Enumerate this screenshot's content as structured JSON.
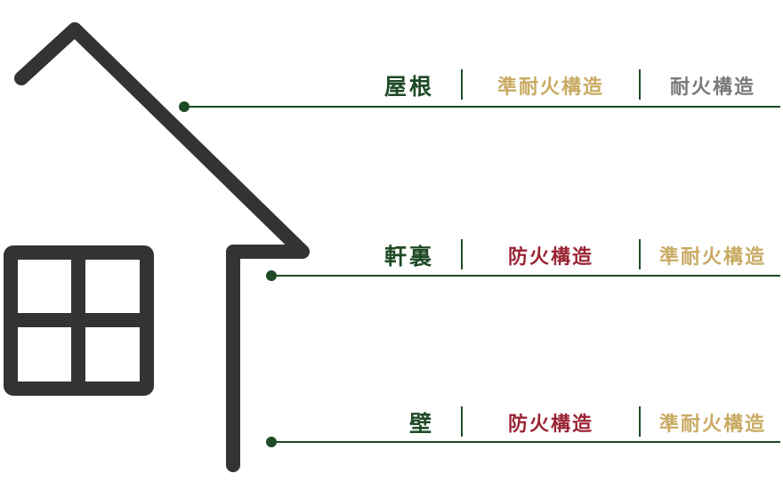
{
  "colors": {
    "house": "#333333",
    "accent": "#1f4a26",
    "semi_fireproof": "#c9aa63",
    "fireproof": "#7a7a7a",
    "fire_prevention": "#9a2433"
  },
  "rows": [
    {
      "label": "屋根",
      "col2": "準耐火構造",
      "col3": "耐火構造"
    },
    {
      "label": "軒裏",
      "col2": "防火構造",
      "col3": "準耐火構造"
    },
    {
      "label": "壁",
      "col2": "防火構造",
      "col3": "準耐火構造"
    }
  ]
}
